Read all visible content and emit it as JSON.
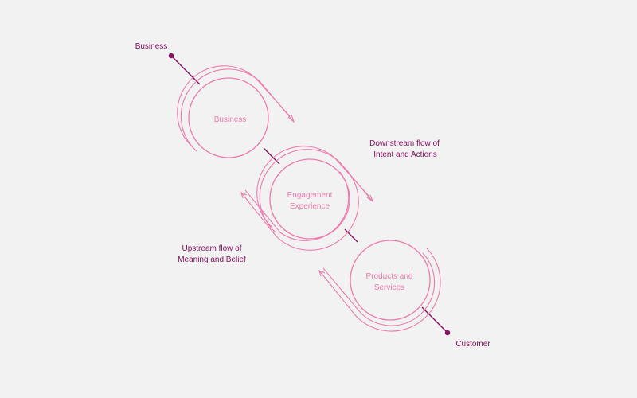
{
  "colors": {
    "background": "#f2f2f2",
    "accent": "#f07aae",
    "dark": "#8a1060"
  },
  "endpoints": {
    "top": "Business",
    "bottom": "Customer"
  },
  "nodes": [
    {
      "lines": [
        "Business"
      ]
    },
    {
      "lines": [
        "Engagement",
        "Experience"
      ]
    },
    {
      "lines": [
        "Products and",
        "Services"
      ]
    }
  ],
  "flows": {
    "downstream": [
      "Downstream flow of",
      "Intent and Actions"
    ],
    "upstream": [
      "Upstream flow of",
      "Meaning and Belief"
    ]
  }
}
